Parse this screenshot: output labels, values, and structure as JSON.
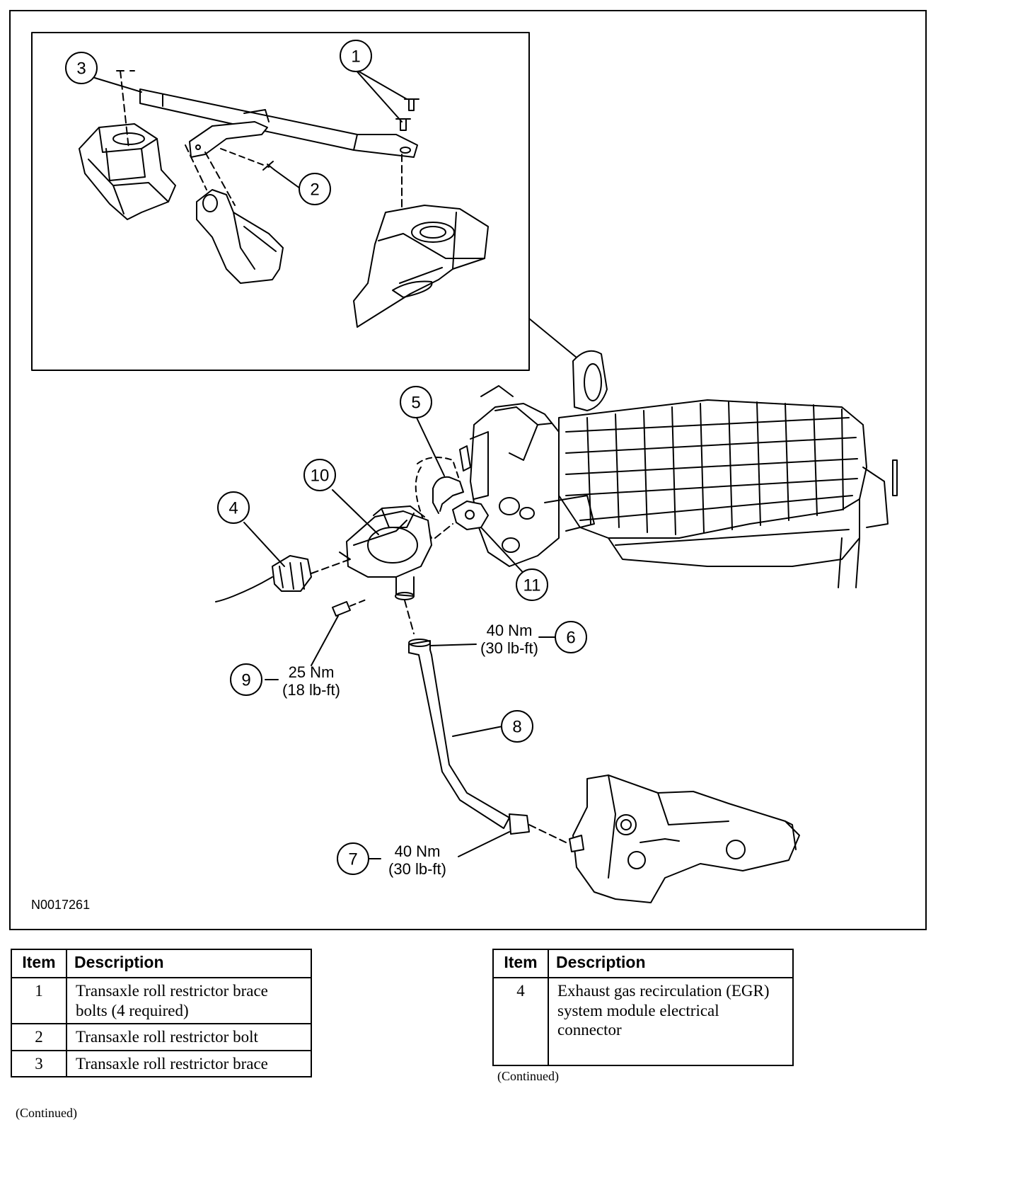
{
  "figure_id": "N0017261",
  "callouts": {
    "c1": "1",
    "c2": "2",
    "c3": "3",
    "c4": "4",
    "c5": "5",
    "c6": "6",
    "c7": "7",
    "c8": "8",
    "c9": "9",
    "c10": "10",
    "c11": "11"
  },
  "torques": {
    "t6": {
      "nm": "40 Nm",
      "lbft": "(30 lb-ft)"
    },
    "t7": {
      "nm": "40 Nm",
      "lbft": "(30 lb-ft)"
    },
    "t9": {
      "nm": "25 Nm",
      "lbft": "(18 lb-ft)"
    }
  },
  "table_left": {
    "headers": {
      "item": "Item",
      "description": "Description"
    },
    "rows": [
      {
        "item": "1",
        "description": "Transaxle roll restrictor brace bolts (4 required)"
      },
      {
        "item": "2",
        "description": "Transaxle roll restrictor bolt"
      },
      {
        "item": "3",
        "description": "Transaxle roll restrictor brace"
      }
    ],
    "continued": "(Continued)"
  },
  "table_right": {
    "headers": {
      "item": "Item",
      "description": "Description"
    },
    "rows": [
      {
        "item": "4",
        "description": "Exhaust gas recirculation (EGR) system module electrical connector"
      }
    ],
    "continued": "(Continued)"
  }
}
